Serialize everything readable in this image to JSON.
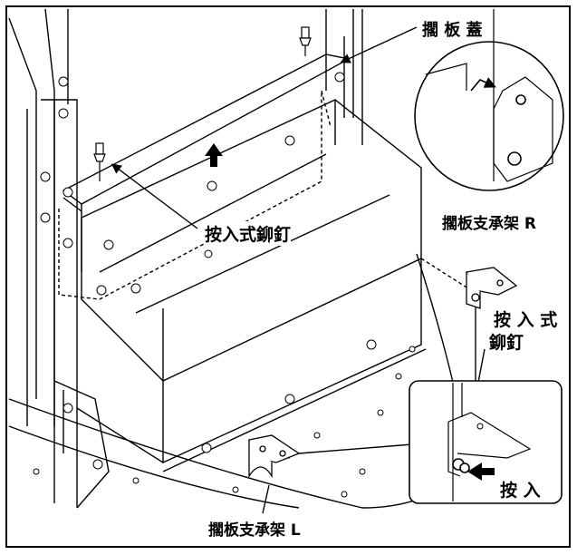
{
  "labels": {
    "shelf_cover": "擱 板 蓋",
    "push_rivet_main": "按入式鉚釘",
    "bracket_r": "擱板支承架 R",
    "push_rivet_side_line1": "按 入 式",
    "push_rivet_side_line2": "鉚釘",
    "push_in": "按  入",
    "bracket_l": "擱板支承架 L"
  },
  "colors": {
    "line": "#000000",
    "background": "#ffffff"
  },
  "icons": {
    "lift_arrow": "up-arrow-icon",
    "press_arrow": "left-arrow-icon"
  }
}
